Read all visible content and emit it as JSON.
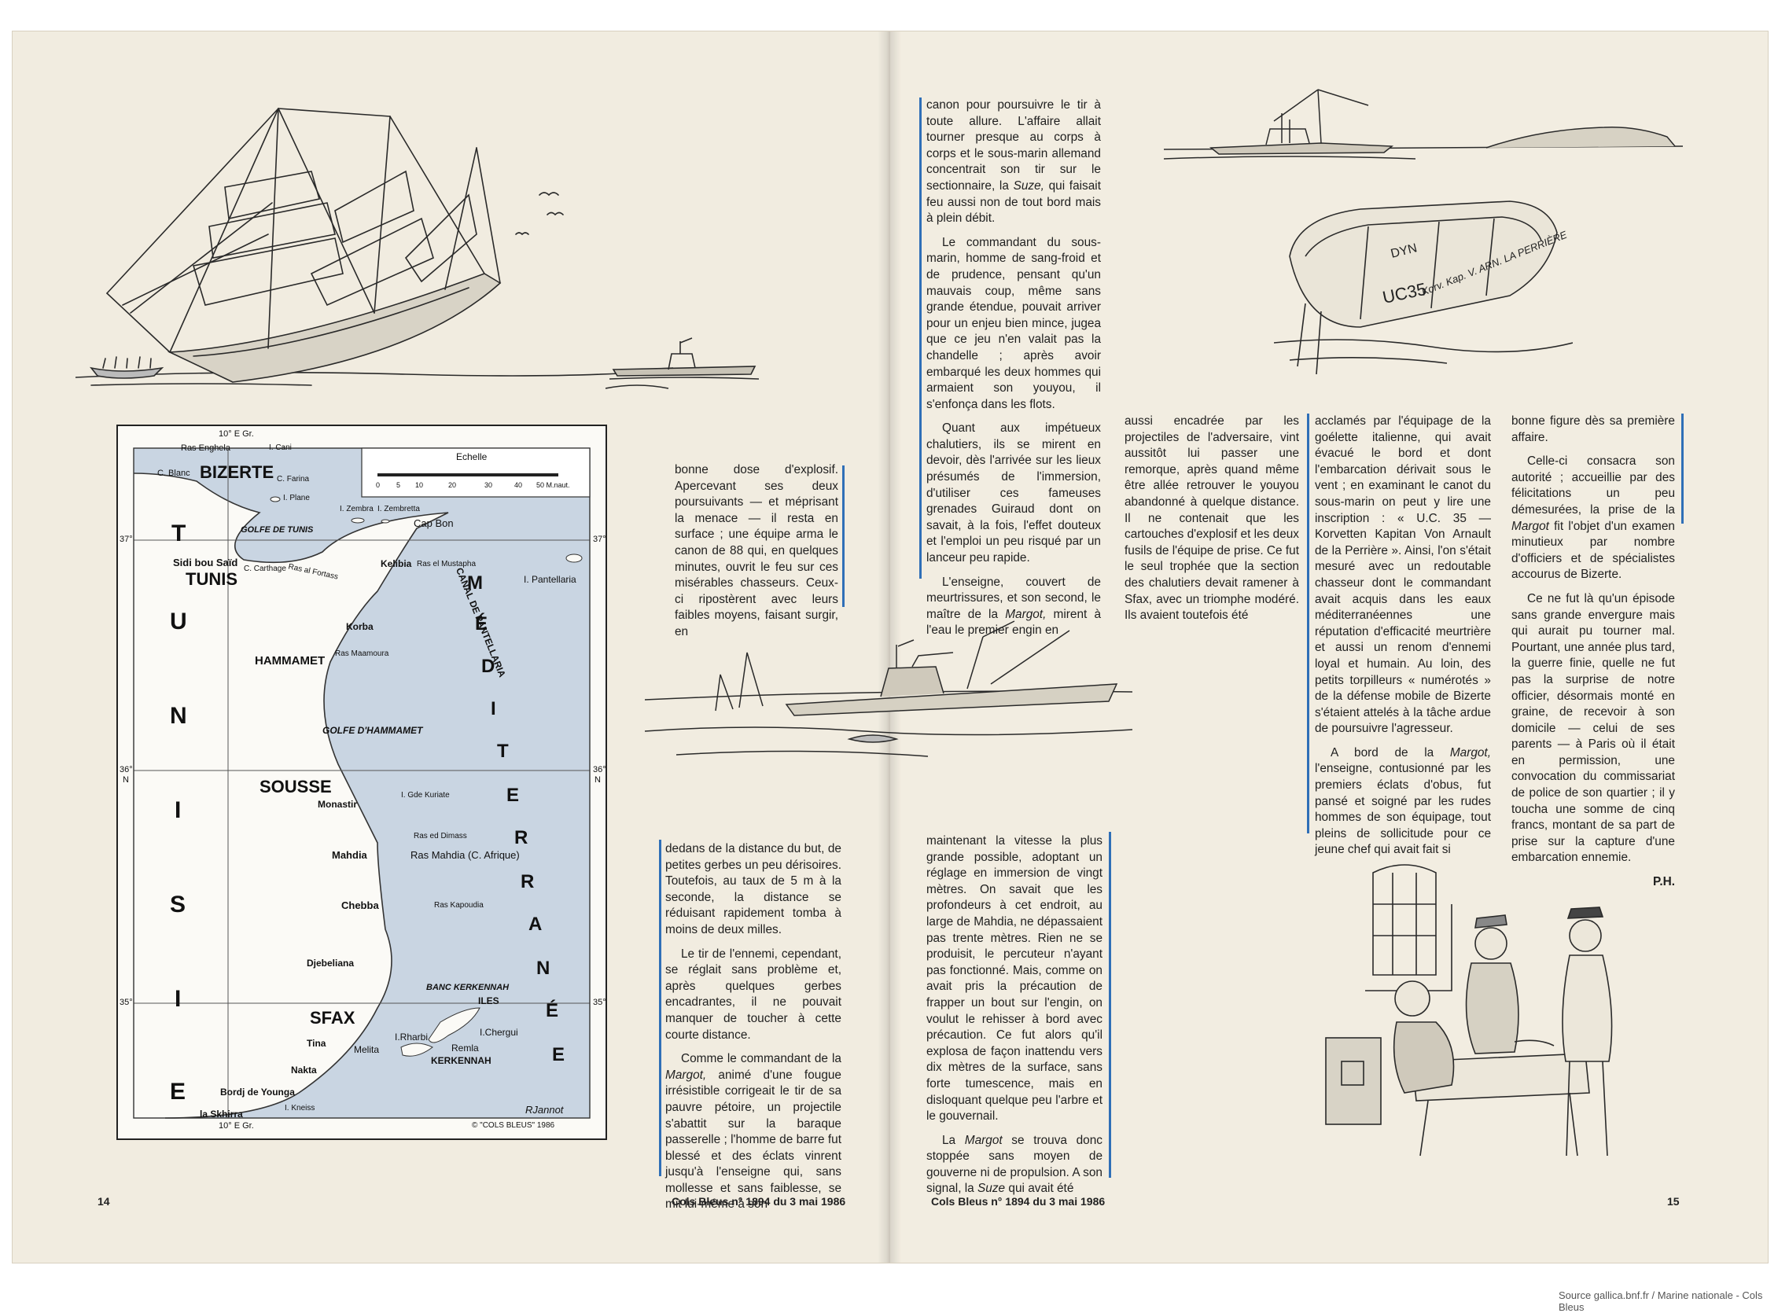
{
  "document": {
    "left_page_number": "14",
    "right_page_number": "15",
    "footer_left": "Cols Bleus n° 1894 du 3 mai 1986",
    "footer_right": "Cols Bleus n° 1894 du 3 mai 1986",
    "source_credit": "Source gallica.bnf.fr / Marine nationale - Cols Bleus",
    "signature": "P.H."
  },
  "map": {
    "scale_title": "Echelle",
    "scale_ticks": [
      "0",
      "5",
      "10",
      "20",
      "30",
      "40",
      "50 M.naut."
    ],
    "lon_top": "10° E Gr.",
    "lon_bottom": "10° E Gr.",
    "lat_37": "37°",
    "lat_36": "36°",
    "lat_n": "N",
    "lat_35": "35°",
    "country_letters": [
      "T",
      "U",
      "N",
      "I",
      "S",
      "I",
      "E"
    ],
    "sea_letters": [
      "M",
      "É",
      "D",
      "I",
      "T",
      "E",
      "R",
      "R",
      "A",
      "N",
      "É",
      "E"
    ],
    "canal_label": "CANAL DE PANTELLARIA",
    "gulf_tunis": "GOLFE DE TUNIS",
    "gulf_hammamet": "GOLFE D'HAMMAMET",
    "banc": "BANC KERKENNAH",
    "iles": "ILES",
    "kerkennah": "KERKENNAH",
    "copyright": "© \"COLS BLEUS\" 1986",
    "cartographer": "RJannot",
    "places": {
      "bizerte": "BIZERTE",
      "tunis": "TUNIS",
      "hammamet": "HAMMAMET",
      "sousse": "SOUSSE",
      "sfax": "SFAX",
      "ras_enghela": "Ras Enghela",
      "i_cani": "I. Cani",
      "c_blanc": "C. Blanc",
      "c_farina": "C. Farina",
      "i_plane": "I. Plane",
      "i_zembra": "I. Zembra",
      "i_zembretta": "I. Zembretta",
      "cap_bon": "Cap Bon",
      "sidi_bou_said": "Sidi bou Saïd",
      "c_carthage": "C. Carthage",
      "ras_al_fortass": "Ras al Fortass",
      "kelibia": "Kelibia",
      "ras_el_mustapha": "Ras el Mustapha",
      "i_pantellaria": "I. Pantellaria",
      "korba": "Korba",
      "ras_maamoura": "Ras Maamoura",
      "i_gde_kuriate": "I. Gde Kuriate",
      "monastir": "Monastir",
      "ras_ed_dimass": "Ras ed Dimass",
      "mahdia": "Mahdia",
      "ras_mahdia": "Ras Mahdia (C. Afrique)",
      "chebba": "Chebba",
      "ras_kapoudia": "Ras Kapoudia",
      "djebeliana": "Djebeliana",
      "i_chergui": "I.Chergui",
      "i_rharbi": "I.Rharbi",
      "remla": "Remla",
      "tina": "Tina",
      "melita": "Melita",
      "nakta": "Nakta",
      "bordj_de_younga": "Bordj de Younga",
      "la_skhirra": "la Skhirra",
      "i_kneiss": "I. Kneiss"
    }
  },
  "columns": {
    "col1_top": "bonne dose d'explosif. Apercevant ses deux poursuivants — et méprisant la menace — il resta en surface ; une équipe arma le canon de 88 qui, en quelques minutes, ouvrit le feu sur ces misérables chasseurs. Ceux-ci ripostèrent avec leurs faibles moyens, faisant surgir, en",
    "col1_bottom_p1": "dedans de la distance du but, de petites gerbes un peu dérisoires. Toutefois, au taux de 5 m à la seconde, la distance se réduisant rapidement tomba à moins de deux milles.",
    "col1_bottom_p2": "Le tir de l'ennemi, cependant, se réglait sans problème et, après quelques gerbes encadrantes, il ne pouvait manquer de toucher à cette courte distance.",
    "col1_bottom_p3a": "Comme le commandant de la ",
    "col1_bottom_p3_margot": "Margot,",
    "col1_bottom_p3b": " animé d'une fougue irrésistible corrigeait le tir de sa pauvre pétoire, un projectile s'abattit sur la baraque passerelle ; l'homme de barre fut blessé et des éclats vinrent jusqu'à l'enseigne qui, sans mollesse et sans faiblesse, se mit lui-même à son",
    "col2_top_p1a": "canon pour poursuivre le tir à toute allure. L'affaire allait tourner presque au corps à corps et le sous-marin allemand concentrait son tir sur le sectionnaire, la ",
    "col2_top_p1_suze": "Suze,",
    "col2_top_p1b": " qui faisait feu aussi non de tout bord mais à plein débit.",
    "col2_top_p2": "Le commandant du sous-marin, homme de sang-froid et de prudence, pensant qu'un mauvais coup, même sans grande étendue, pouvait arriver pour un enjeu bien mince, jugea que ce jeu n'en valait pas la chandelle ; après avoir embarqué les deux hommes qui armaient son youyou, il s'enfonça dans les flots.",
    "col2_top_p3": "Quant aux impétueux chalutiers, ils se mirent en devoir, dès l'arrivée sur les lieux présumés de l'immersion, d'utiliser ces fameuses grenades Guiraud dont on savait, à la fois, l'effet douteux et l'emploi un peu risqué par un lanceur peu rapide.",
    "col2_top_p4a": "L'enseigne, couvert de meurtrissures, et son second, le maître de la ",
    "col2_top_p4_margot": "Margot,",
    "col2_top_p4b": " mirent à l'eau le premier engin en",
    "col2_bottom_p1": "maintenant la vitesse la plus grande possible, adoptant un réglage en immersion de vingt mètres. On savait que les profondeurs à cet endroit, au large de Mahdia, ne dépassaient pas trente mètres. Rien ne se produisit, le percuteur n'ayant pas fonctionné. Mais, comme on avait pris la précaution de frapper un bout sur l'engin, on voulut le rehisser à bord avec précaution. Ce fut alors qu'il explosa de façon inattendu vers dix mètres de la surface, sans forte tumescence, mais en disloquant quelque peu l'arbre et le gouvernail.",
    "col2_bottom_p2a": "La ",
    "col2_bottom_p2_margot": "Margot",
    "col2_bottom_p2b": " se trouva donc stoppée sans moyen de gouverne ni de propulsion. A son signal, la ",
    "col2_bottom_p2_suze": "Suze",
    "col2_bottom_p2c": " qui avait été",
    "col3_top": "aussi encadrée par les projectiles de l'adversaire, vint aussitôt lui passer une remorque, après quand même être allée retrouver le youyou abandonné à quelque distance. Il ne contenait que les cartouches d'explosif et les deux fusils de l'équipe de prise. Ce fut le seul trophée que la section des chalutiers devait ramener à Sfax, avec un triomphe modéré. Ils avaient toutefois été",
    "col4_top_p1": "acclamés par l'équipage de la goélette italienne, qui avait évacué le bord et dont l'embarcation dérivait sous le vent ; en examinant le canot du sous-marin on peut y lire une inscription : « U.C. 35 — Korvetten Kapitan Von Arnault de la Perrière ». Ainsi, l'on s'était mesuré avec un redoutable chasseur dont le commandant avait acquis dans les eaux méditerranéennes une réputation d'efficacité meurtrière et aussi un renom d'ennemi loyal et humain. Au loin, des petits torpilleurs « numérotés » de la défense mobile de Bizerte s'étaient attelés à la tâche ardue de poursuivre l'agresseur.",
    "col4_top_p2a": "A bord de la ",
    "col4_top_p2_margot": "Margot,",
    "col4_top_p2b": " l'enseigne, contusionné par les premiers éclats d'obus, fut pansé et soigné par les rudes hommes de son équipage, tout pleins de sollicitude pour ce jeune chef qui avait fait si",
    "col5_top_p1": "bonne figure dès sa première affaire.",
    "col5_top_p2a": "Celle-ci consacra son autorité ; accueillie par des félicitations un peu démesurées, la prise de la ",
    "col5_top_p2_margot": "Margot",
    "col5_top_p2b": " fit l'objet d'un examen minutieux par nombre d'officiers et de spécialistes accourus de Bizerte.",
    "col5_top_p3": "Ce ne fut là qu'un épisode sans grande envergure mais qui aurait pu tourner mal. Pourtant, une année plus tard, la guerre finie, quelle ne fut pas la surprise de notre officier, désormais monté en graine, de recevoir à son domicile — celui de ses parents — à Paris où il était en permission, une convocation du commissariat de police de son quartier ; il y toucha une somme de cinq francs, montant de sa part de prise sur la capture d'une embarcation ennemie."
  },
  "illustrations": {
    "boat_inscription_1": "UC35",
    "boat_inscription_2": "Korv. Kap. V. ARN. LA PERRIÈRE",
    "boat_inscription_3": "DYN"
  }
}
